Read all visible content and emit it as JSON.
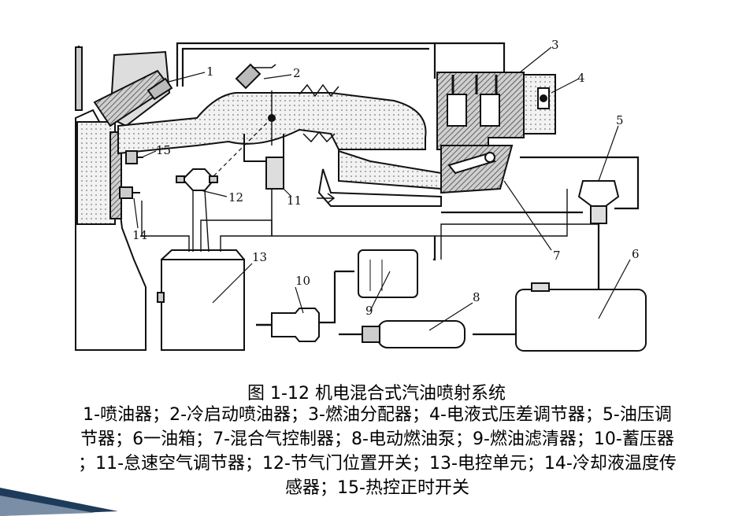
{
  "figure": {
    "title": "图 1-12  机电混合式汽油喷射系统",
    "legend_lines": [
      "1-喷油器；2-冷启动喷油器；3-燃油分配器；4-电液式压差调节器；5-油压调",
      "节器；6一油箱；7-混合气控制器；8-电动燃油泵；9-燃油滤清器；10-蓄压器",
      "；11-怠速空气调节器；12-节气门位置开关；13-电控单元；14-冷却液温度传",
      "感器；15-热控正时开关"
    ]
  },
  "labels": {
    "l1": "1",
    "l2": "2",
    "l3": "3",
    "l4": "4",
    "l5": "5",
    "l6": "6",
    "l7": "7",
    "l8": "8",
    "l9": "9",
    "l10": "10",
    "l11": "11",
    "l12": "12",
    "l13": "13",
    "l14": "14",
    "l15": "15"
  },
  "colors": {
    "line": "#111111",
    "fill": "#e9e9e9",
    "accent": "#1f3b5a"
  }
}
